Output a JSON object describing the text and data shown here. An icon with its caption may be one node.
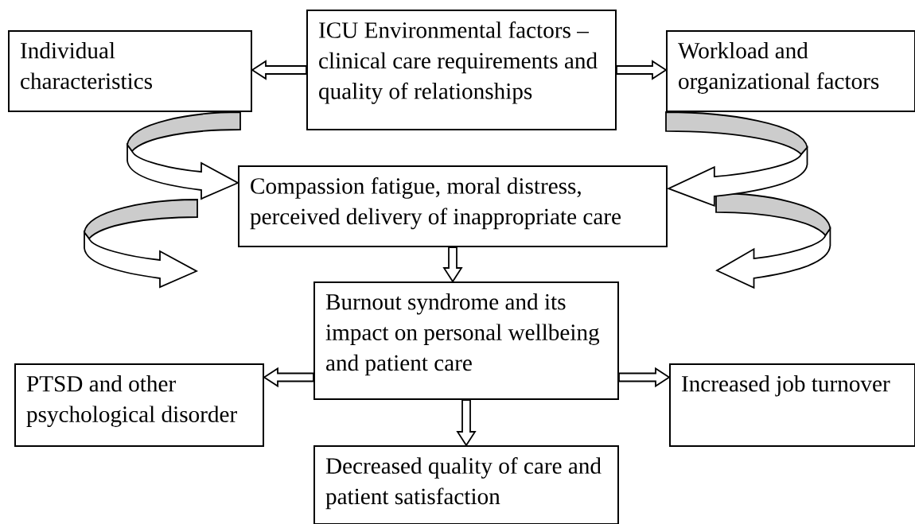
{
  "diagram": {
    "nodes": [
      {
        "text": [
          "ICU Environmental factors – clinical care requirements and quality of relationships"
        ]
      },
      {
        "text": [
          "Individual characteristics"
        ]
      },
      {
        "text": [
          "Workload and organizational factors"
        ]
      },
      {
        "text": [
          "Compassion fatigue, moral distress, perceived delivery of inappropriate care"
        ]
      },
      {
        "text": [
          "Burnout syndrome and its impact on personal wellbeing and patient care"
        ]
      },
      {
        "text": [
          "PTSD and other psychological disorder"
        ]
      },
      {
        "text": [
          "Increased job turnover"
        ]
      },
      {
        "text": [
          "Decreased quality of care and patient satisfaction"
        ]
      }
    ],
    "edges": [
      {
        "from": 0,
        "to": 1,
        "arrow": "to"
      },
      {
        "from": 0,
        "to": 2,
        "arrow": "to"
      },
      {
        "from": 1,
        "to": 3,
        "arrow": "to"
      },
      {
        "from": 2,
        "to": 3,
        "arrow": "to"
      },
      {
        "from": 3,
        "to": 4,
        "arrow": "to"
      },
      {
        "from": 4,
        "to": 5,
        "arrow": "to"
      },
      {
        "from": 4,
        "to": 6,
        "arrow": "to"
      },
      {
        "from": 4,
        "to": 7,
        "arrow": "to"
      }
    ]
  }
}
